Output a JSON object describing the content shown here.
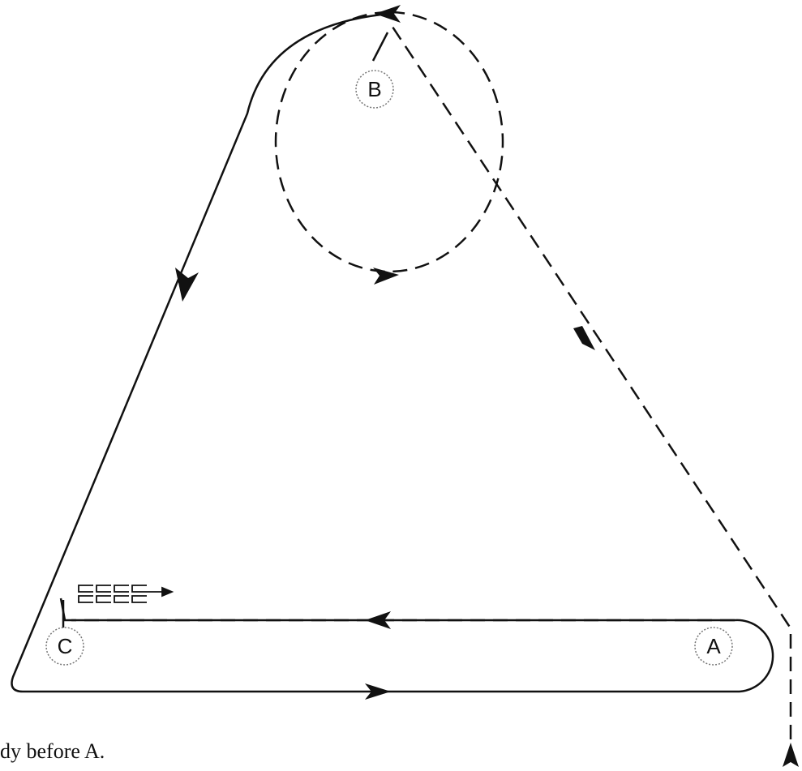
{
  "markers": {
    "a": "A",
    "b": "B",
    "c": "C"
  },
  "caption": "dy before A.",
  "colors": {
    "line": "#111111",
    "marker_circle": "#777777",
    "background": "#ffffff"
  }
}
